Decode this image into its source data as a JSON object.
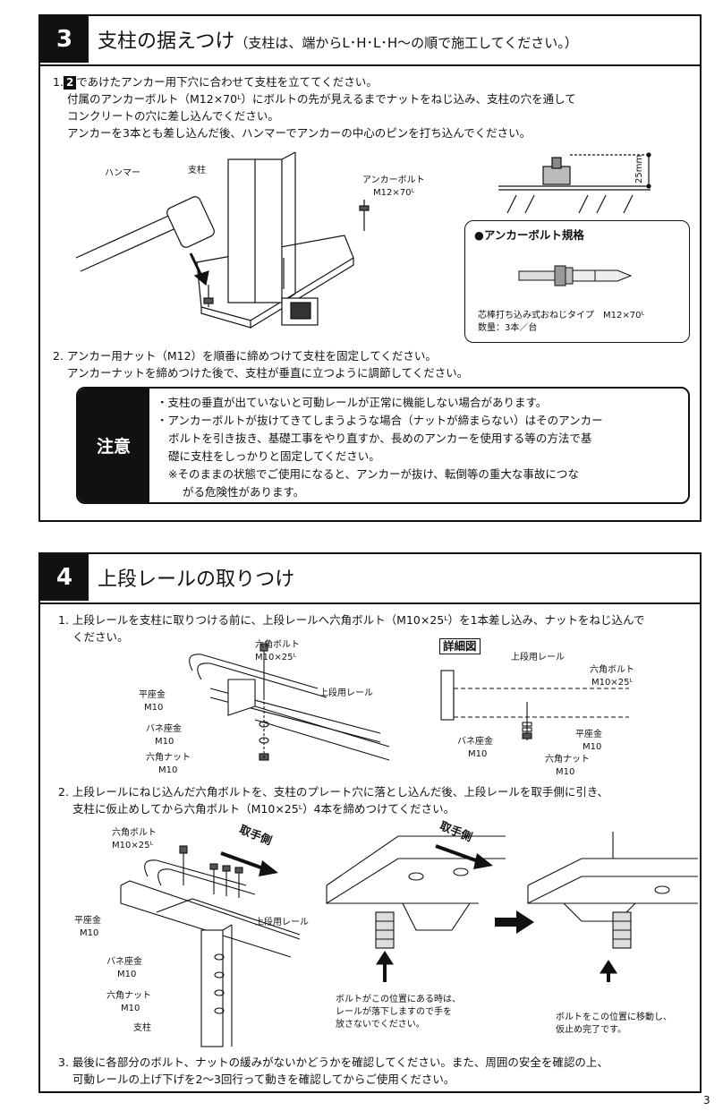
{
  "section3": {
    "number": "3",
    "title": "支柱の据えつけ",
    "subtitle": "（支柱は、端からL･H･L･H～の順で施工してください。）",
    "step1": {
      "prefix": "1.",
      "badge": "2",
      "line1": "であけたアンカー用下穴に合わせて支柱を立ててください。",
      "line2": "付属のアンカーボルト（M12×70ᴸ）にボルトの先が見えるまでナットをねじ込み、支柱の穴を通して",
      "line3": "コンクリートの穴に差し込んでください。",
      "line4": "アンカーを3本とも差し込んだ後、ハンマーでアンカーの中心のピンを打ち込んでください。"
    },
    "fig": {
      "hammer": "ハンマー",
      "post": "支柱",
      "anchor_bolt": "アンカーボルト",
      "anchor_size": "M12×70ᴸ",
      "dimension": "25mm"
    },
    "spec": {
      "title": "●アンカーボルト規格",
      "type": "芯棒打ち込み式おねじタイプ　M12×70ᴸ",
      "qty": "数量：3本／台"
    },
    "step2": {
      "line1": "2. アンカー用ナット（M12）を順番に締めつけて支柱を固定してください。",
      "line2": "アンカーナットを締めつけた後で、支柱が垂直に立つように調節してください。"
    },
    "notice": {
      "label": "注意",
      "l1": "・支柱の垂直が出ていないと可動レールが正常に機能しない場合があります。",
      "l2": "・アンカーボルトが抜けてきてしまうような場合（ナットが締まらない）はそのアンカー",
      "l3": "ボルトを引き抜き、基礎工事をやり直すか、長めのアンカーを使用する等の方法で基",
      "l4": "礎に支柱をしっかりと固定してください。",
      "l5": "※そのままの状態でご使用になると、アンカーが抜け、転倒等の重大な事故につな",
      "l6": "がる危険性があります。"
    }
  },
  "section4": {
    "number": "4",
    "title": "上段レールの取りつけ",
    "step1": {
      "line1": "1. 上段レールを支柱に取りつける前に、上段レールへ六角ボルト（M10×25ᴸ）を1本差し込み、ナットをねじ込んで",
      "line2": "ください。"
    },
    "fig1": {
      "hex_bolt": "六角ボルト",
      "hex_bolt_size": "M10×25ᴸ",
      "upper_rail": "上段用レール",
      "flat_washer": "平座金",
      "m10": "M10",
      "spring_washer": "バネ座金",
      "hex_nut": "六角ナット"
    },
    "detail": {
      "title": "詳細図",
      "upper_rail": "上段用レール",
      "hex_bolt": "六角ボルト",
      "hex_bolt_size": "M10×25ᴸ",
      "flat_washer": "平座金",
      "m10": "M10",
      "spring_washer": "バネ座金",
      "hex_nut": "六角ナット"
    },
    "step2": {
      "line1": "2. 上段レールにねじ込んだ六角ボルトを、支柱のプレート穴に落とし込んだ後、上段レールを取手側に引き、",
      "line2": "支柱に仮止めしてから六角ボルト（M10×25ᴸ）4本を締めつけてください。"
    },
    "fig2": {
      "hex_bolt": "六角ボルト",
      "hex_bolt_size": "M10×25ᴸ",
      "handle_side": "取手側",
      "upper_rail": "上段用レール",
      "flat_washer": "平座金",
      "m10": "M10",
      "spring_washer": "バネ座金",
      "hex_nut": "六角ナット",
      "post": "支柱"
    },
    "fig3": {
      "handle_side": "取手側",
      "caption_a1": "ボルトがこの位置にある時は、",
      "caption_a2": "レールが落下しますので手を",
      "caption_a3": "放さないでください。",
      "caption_b1": "ボルトをこの位置に移動し、",
      "caption_b2": "仮止め完了です。"
    },
    "step3": {
      "line1": "3. 最後に各部分のボルト、ナットの緩みがないかどうかを確認してください。また、周囲の安全を確認の上、",
      "line2": "可動レールの上げ下げを2～3回行って動きを確認してからご使用ください。"
    }
  },
  "page_number": "3"
}
